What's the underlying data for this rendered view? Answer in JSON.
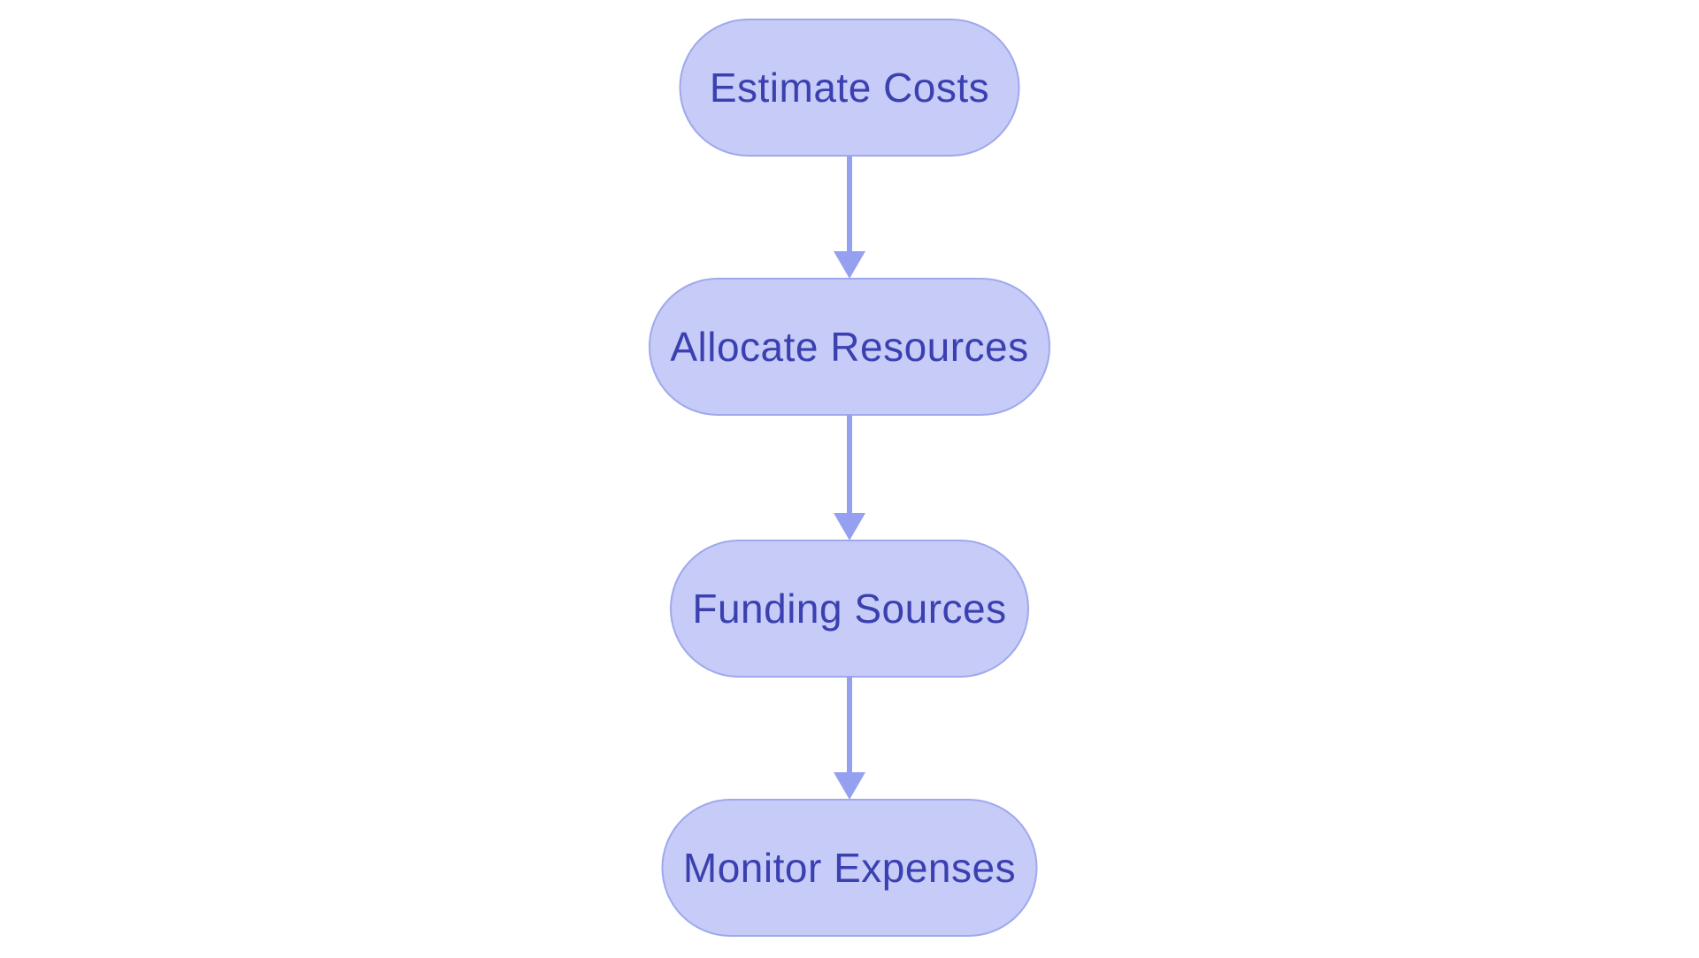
{
  "diagram": {
    "type": "flowchart",
    "direction": "top-down",
    "nodes": [
      {
        "id": "estimate-costs",
        "label": "Estimate Costs"
      },
      {
        "id": "allocate-resources",
        "label": "Allocate Resources"
      },
      {
        "id": "funding-sources",
        "label": "Funding Sources"
      },
      {
        "id": "monitor-expenses",
        "label": "Monitor Expenses"
      }
    ],
    "edges": [
      {
        "from": "estimate-costs",
        "to": "allocate-resources"
      },
      {
        "from": "allocate-resources",
        "to": "funding-sources"
      },
      {
        "from": "funding-sources",
        "to": "monitor-expenses"
      }
    ]
  },
  "colors": {
    "background": "#ffffff",
    "node_fill": "#c6cbf8",
    "node_border": "#9fa8ec",
    "node_text": "#3b40b0",
    "arrow": "#96a0f0"
  }
}
